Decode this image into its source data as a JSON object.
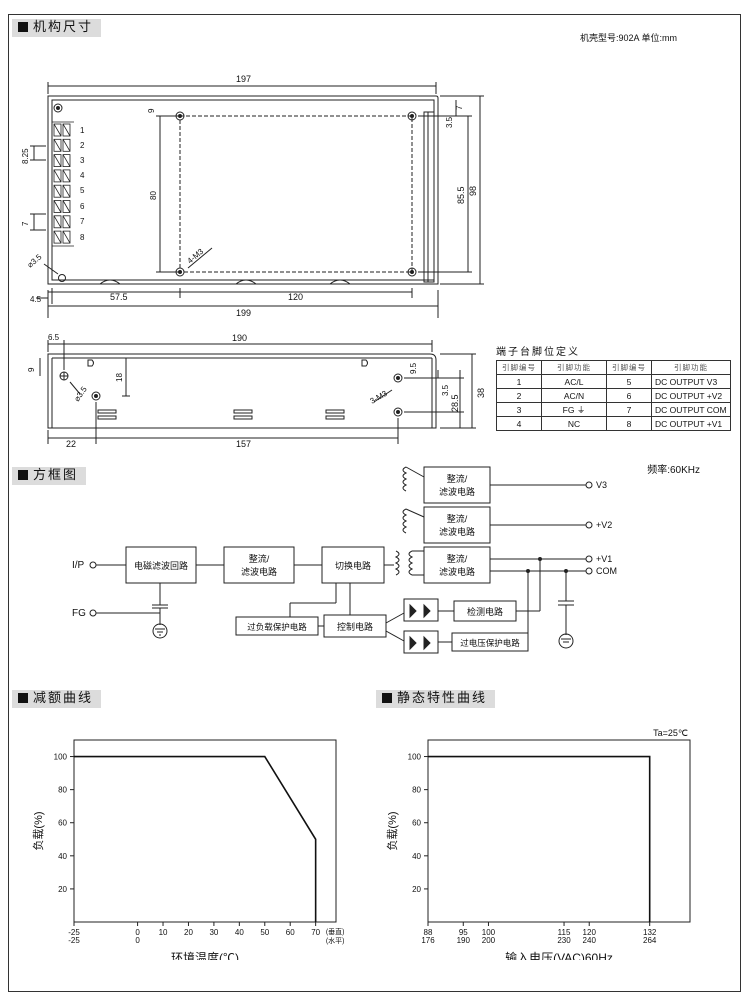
{
  "sections": {
    "dimensions": "机构尺寸",
    "block_diagram": "方框图",
    "derating": "减额曲线",
    "static": "静态特性曲线"
  },
  "model_info": "机壳型号:902A 单位:mm",
  "top_view": {
    "dims": [
      "197",
      "9",
      "7",
      "3.5",
      "8.25",
      "80",
      "85.5",
      "98",
      "7",
      "4-M3",
      "3.5",
      "4.5",
      "57.5",
      "120",
      "199"
    ],
    "terminal_numbers": [
      "1",
      "2",
      "3",
      "4",
      "5",
      "6",
      "7",
      "8"
    ]
  },
  "side_view": {
    "dims": [
      "6.5",
      "190",
      "9",
      "18",
      "3.5",
      "3-M3",
      "9.5",
      "3.5",
      "28.5",
      "38",
      "22",
      "157"
    ]
  },
  "pin_table": {
    "title": "端子台脚位定义",
    "headers": [
      "引脚编号",
      "引脚功能",
      "引脚编号",
      "引脚功能"
    ],
    "rows": [
      [
        "1",
        "AC/L",
        "5",
        "DC OUTPUT V3"
      ],
      [
        "2",
        "AC/N",
        "6",
        "DC OUTPUT +V2"
      ],
      [
        "3",
        "FG ⏚",
        "7",
        "DC OUTPUT COM"
      ],
      [
        "4",
        "NC",
        "8",
        "DC OUTPUT +V1"
      ]
    ]
  },
  "block": {
    "freq": "频率:60KHz",
    "ip": "I/P",
    "fg": "FG",
    "emi": "电磁滤波回路",
    "rect1_a": "整流/",
    "rect1_b": "滤波电路",
    "switch": "切换电路",
    "control": "控制电路",
    "olp": "过负载保护电路",
    "detect": "检测电路",
    "ovp": "过电压保护电路",
    "out_v3": "V3",
    "out_v2": "+V2",
    "out_v1": "+V1",
    "out_com": "COM"
  },
  "derating_chart": {
    "type": "line",
    "xlabel": "环境温度(℃)",
    "ylabel": "负载(%)",
    "x_ticks_top": [
      "-25",
      "0",
      "10",
      "20",
      "30",
      "40",
      "50",
      "60",
      "70"
    ],
    "x_ticks_bottom": [
      "-25",
      "0"
    ],
    "axis_note_a": "(垂直)",
    "axis_note_b": "(水平)",
    "y_ticks": [
      "100",
      "80",
      "60",
      "40",
      "20"
    ],
    "x": [
      -25,
      50,
      70,
      70
    ],
    "y": [
      100,
      100,
      50,
      0
    ],
    "xlim": [
      -25,
      78
    ],
    "ylim": [
      0,
      110
    ]
  },
  "static_chart": {
    "type": "line",
    "xlabel": "输入电压(VAC)60Hz",
    "ylabel": "负载(%)",
    "ta": "Ta=25℃",
    "x_ticks_top": [
      "88",
      "95",
      "100",
      "115",
      "120",
      "132"
    ],
    "x_ticks_bottom": [
      "176",
      "190",
      "200",
      "230",
      "240",
      "264"
    ],
    "y_ticks": [
      "100",
      "80",
      "60",
      "40",
      "20"
    ],
    "x": [
      88,
      132,
      132
    ],
    "y": [
      100,
      100,
      0
    ],
    "xlim": [
      88,
      140
    ],
    "ylim": [
      0,
      110
    ]
  },
  "chart_data": [
    {
      "type": "line",
      "xlabel": "环境温度(℃)",
      "ylabel": "负载(%)",
      "series": [
        {
          "x": [
            -25,
            50,
            70,
            70
          ],
          "y": [
            100,
            100,
            50,
            0
          ]
        }
      ],
      "xlim": [
        -25,
        78
      ],
      "ylim": [
        0,
        110
      ]
    },
    {
      "type": "line",
      "title": "",
      "xlabel": "输入电压(VAC)60Hz",
      "ylabel": "负载(%)",
      "series": [
        {
          "x": [
            88,
            132,
            132
          ],
          "y": [
            100,
            100,
            0
          ]
        }
      ],
      "xlim": [
        88,
        140
      ],
      "ylim": [
        0,
        110
      ]
    }
  ]
}
